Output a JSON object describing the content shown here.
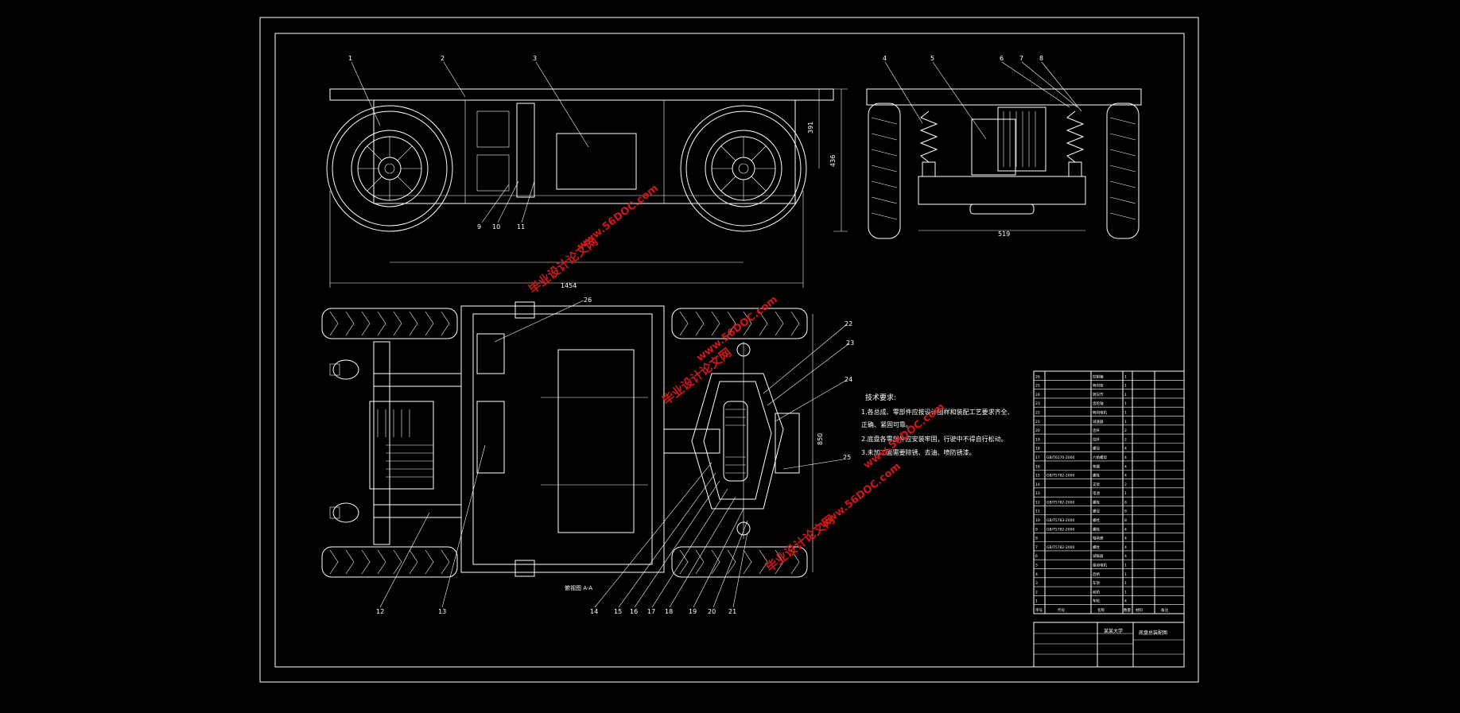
{
  "callouts": [
    "1",
    "2",
    "3",
    "4",
    "5",
    "6",
    "7",
    "8",
    "9",
    "10",
    "11",
    "12",
    "13",
    "14",
    "15",
    "16",
    "17",
    "18",
    "19",
    "20",
    "21",
    "22",
    "23",
    "24",
    "25",
    "26"
  ],
  "dimensions": {
    "total_length": "1454",
    "height_a": "391",
    "height_b": "436",
    "track_width": "519",
    "bottom_view_dim": "850"
  },
  "view_label": "俯视图 A-A",
  "tech_requirements": {
    "title": "技术要求:",
    "lines": [
      "1.各总成、零部件应按设计图样和装配工艺要求齐全、",
      "正确、紧固可靠。",
      "2.底盘各零部件应安装牢固，行驶中不得自行松动。",
      "3.未加工面需要除锈、去油、喷防锈漆。"
    ]
  },
  "watermarks": {
    "text": "毕业设计论文网",
    "url": "www.56DOC.com"
  },
  "title_block": {
    "project": "底盘总装配图",
    "school": "某某大学"
  },
  "parts_list": [
    {
      "no": "26",
      "code": "",
      "name": "控制箱",
      "qty": "1"
    },
    {
      "no": "25",
      "code": "",
      "name": "转向架",
      "qty": "1"
    },
    {
      "no": "24",
      "code": "",
      "name": "转向节",
      "qty": "1"
    },
    {
      "no": "23",
      "code": "",
      "name": "齿轮轴",
      "qty": "1"
    },
    {
      "no": "22",
      "code": "",
      "name": "转向电机",
      "qty": "1"
    },
    {
      "no": "21",
      "code": "",
      "name": "减速器",
      "qty": "1"
    },
    {
      "no": "20",
      "code": "",
      "name": "连杆",
      "qty": "2"
    },
    {
      "no": "19",
      "code": "",
      "name": "拉杆",
      "qty": "2"
    },
    {
      "no": "18",
      "code": "",
      "name": "螺母",
      "qty": "4"
    },
    {
      "no": "17",
      "code": "GB/T6170-2000",
      "name": "六角螺母",
      "qty": "4"
    },
    {
      "no": "16",
      "code": "",
      "name": "垫圈",
      "qty": "4"
    },
    {
      "no": "15",
      "code": "GB/T5782-2000",
      "name": "螺栓",
      "qty": "4"
    },
    {
      "no": "14",
      "code": "",
      "name": "支架",
      "qty": "2"
    },
    {
      "no": "13",
      "code": "",
      "name": "电池",
      "qty": "1"
    },
    {
      "no": "12",
      "code": "GB/T5782-2000",
      "name": "螺栓",
      "qty": "8"
    },
    {
      "no": "11",
      "code": "",
      "name": "螺母",
      "qty": "8"
    },
    {
      "no": "10",
      "code": "GB/T5783-2000",
      "name": "螺栓",
      "qty": "8"
    },
    {
      "no": "9",
      "code": "GB/T5782-2000",
      "name": "螺栓",
      "qty": "4"
    },
    {
      "no": "8",
      "code": "",
      "name": "轴承座",
      "qty": "4"
    },
    {
      "no": "7",
      "code": "GB/T5782-2000",
      "name": "螺栓",
      "qty": "4"
    },
    {
      "no": "6",
      "code": "",
      "name": "减振器",
      "qty": "4"
    },
    {
      "no": "5",
      "code": "",
      "name": "驱动电机",
      "qty": "1"
    },
    {
      "no": "4",
      "code": "",
      "name": "后桥",
      "qty": "1"
    },
    {
      "no": "3",
      "code": "",
      "name": "车架",
      "qty": "1"
    },
    {
      "no": "2",
      "code": "",
      "name": "前桥",
      "qty": "1"
    },
    {
      "no": "1",
      "code": "",
      "name": "车轮",
      "qty": "4"
    }
  ],
  "parts_header": {
    "no": "序号",
    "code": "代号",
    "name": "名称",
    "qty": "数量",
    "material": "材料",
    "note": "备注"
  }
}
